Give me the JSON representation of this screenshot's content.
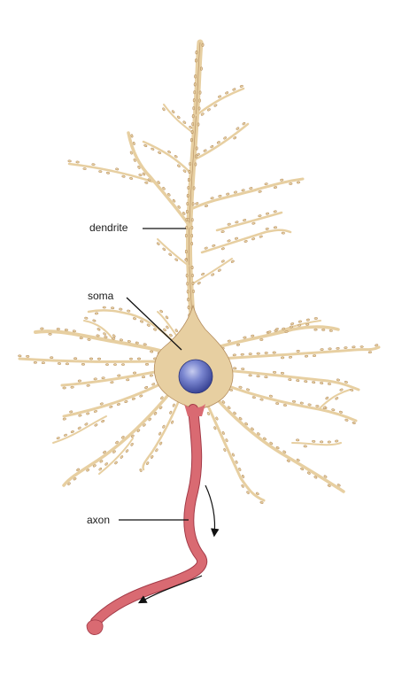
{
  "labels": {
    "dendrite": "dendrite",
    "soma": "soma",
    "axon": "axon"
  },
  "colors": {
    "cell_body": "#e7cfa1",
    "cell_outline": "#b48d5f",
    "nucleus": "#5c6cc0",
    "axon": "#d96a72",
    "axon_outline": "#a33b48",
    "leader_line": "#111111"
  },
  "icons": {
    "direction_arrows": "curved-arrow"
  }
}
